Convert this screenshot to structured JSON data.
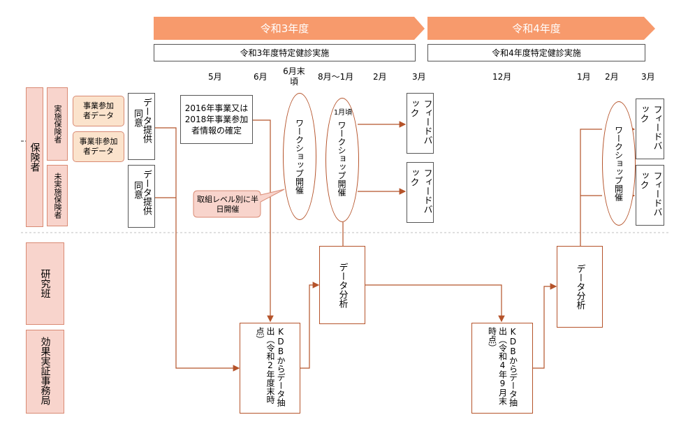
{
  "header": {
    "year1_band": "令和3年度",
    "year2_band": "令和4年度",
    "year1_impl": "令和3年度特定健診実施",
    "year2_impl": "令和4年度特定健診実施"
  },
  "months": {
    "m5": "5月",
    "m6": "6月",
    "m6end": "6月末頃",
    "m8_1": "8月～1月",
    "m2": "2月",
    "m3": "3月",
    "m12": "12月",
    "m1b": "1月",
    "m2b": "2月",
    "m3b": "3月"
  },
  "rows": {
    "insurer": "保険者",
    "research": "研究班",
    "secretariat": "効果実証事務局",
    "implementing": "実施保険者",
    "non_implementing": "未実施保険者"
  },
  "boxes": {
    "participant_data": "事業参加者データ",
    "non_participant_data": "事業非参加者データ",
    "consent_provide_1": "同意",
    "data_provide_1": "データ提供",
    "consent_provide_2": "同意",
    "data_provide_2": "データ提供",
    "confirm": "2016年事業又は2018年事業参加者情報の確定",
    "workshop_1": "ワークショップ開催",
    "workshop_2_note": "1月頃",
    "workshop_2": "ワークショップ開催",
    "workshop_3": "ワークショップ開催",
    "feedback_1": "フィードバック",
    "feedback_2": "フィードバック",
    "feedback_3": "フィードバック",
    "feedback_4": "フィードバック",
    "callout": "取組レベル別に半日開催",
    "kdb_1": "KDBからデータ抽出（令和2年度末時点）",
    "kdb_2": "KDBからデータ抽出（令和4年9月末時点）",
    "analysis_1": "データ分析",
    "analysis_2": "データ分析"
  },
  "colors": {
    "band": "#f79a6c",
    "line": "#b5532a",
    "pink": "#f8d4cc",
    "beige": "#fbe3cc"
  }
}
